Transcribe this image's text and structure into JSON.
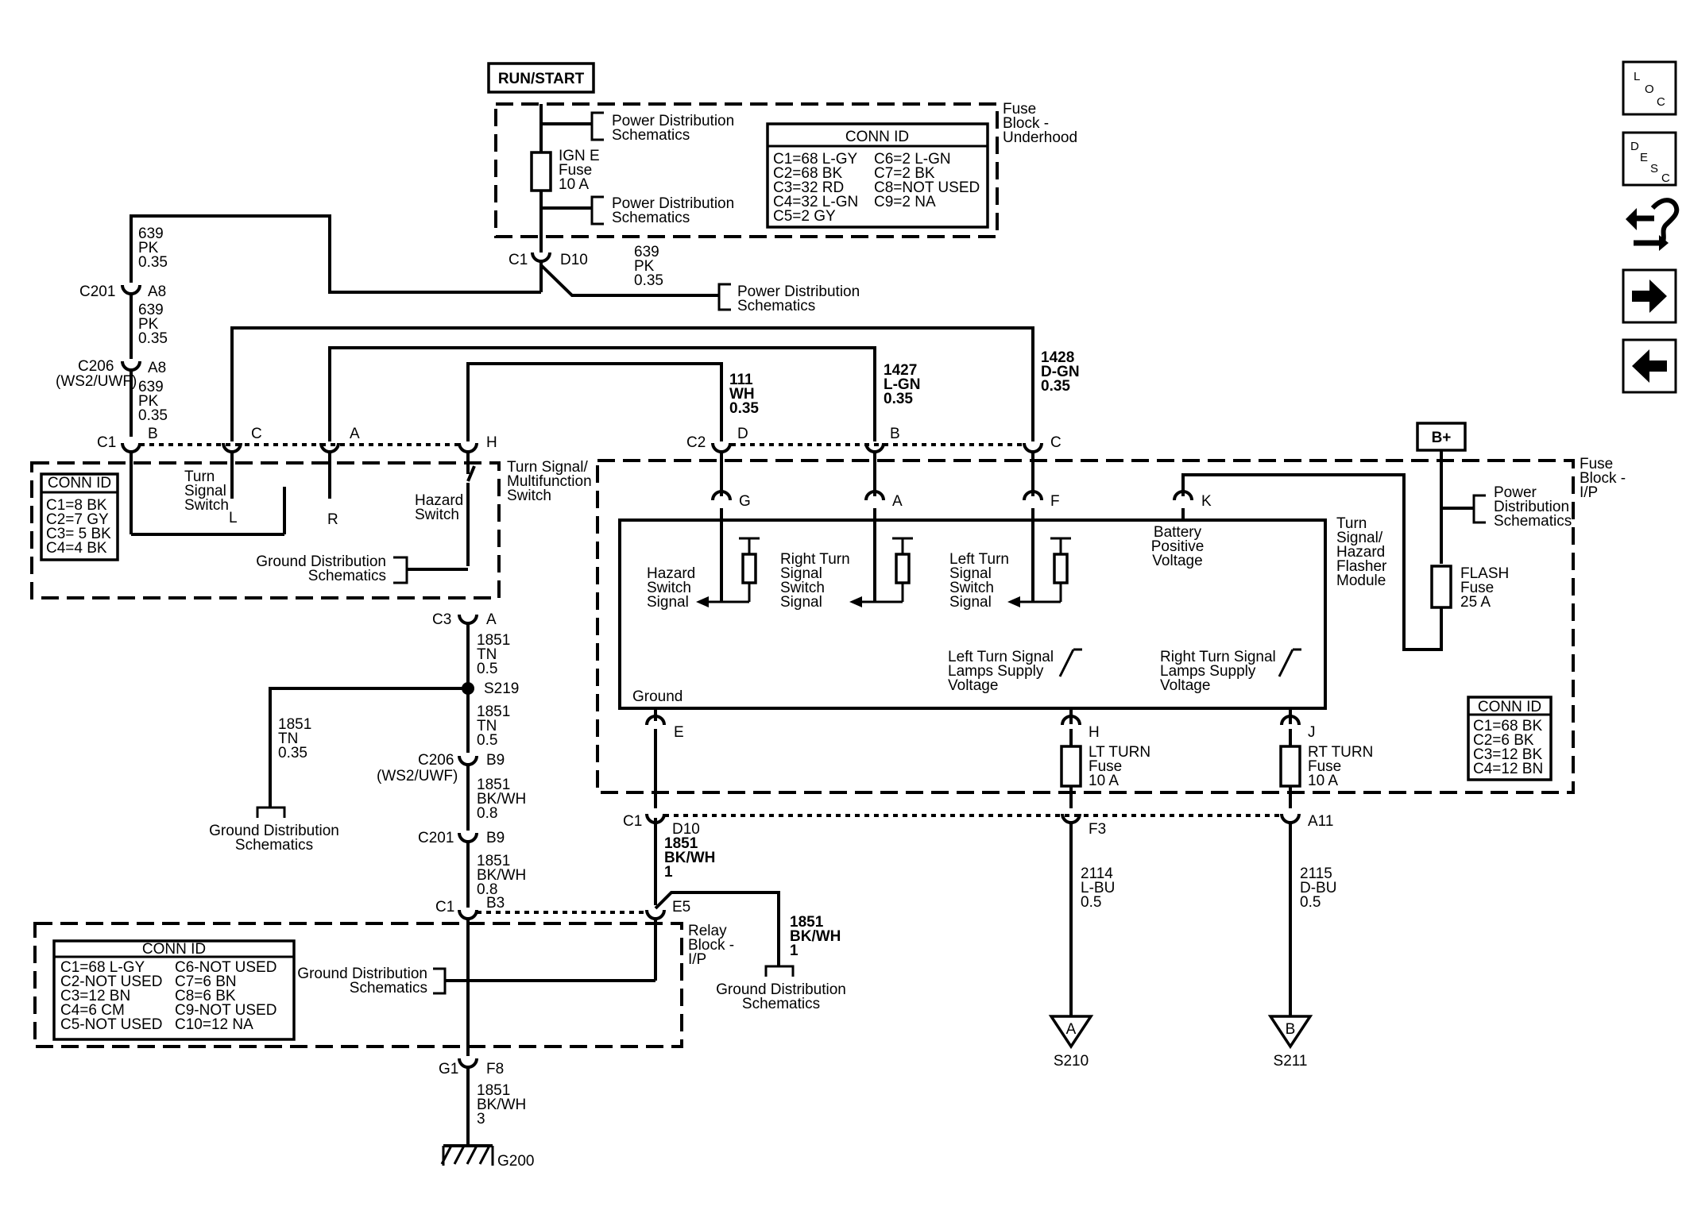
{
  "run_start": "RUN/START",
  "b_plus": "B+",
  "nav": {
    "loc": [
      "L",
      "O",
      "C"
    ],
    "desc": [
      "D",
      "E",
      "S",
      "C"
    ],
    "icons": [
      "loc-icon",
      "desc-icon",
      "wiring-connector-icon",
      "arrow-right-icon",
      "arrow-left-icon"
    ]
  },
  "fuse_underhood": {
    "label": [
      "Fuse",
      "Block -",
      "Underhood"
    ],
    "pd_top": [
      "Power Distribution",
      "Schematics"
    ],
    "pd_bottom": [
      "Power Distribution",
      "Schematics"
    ],
    "fuse": [
      "IGN E",
      "Fuse",
      "10 A"
    ],
    "conn_title": "CONN ID",
    "conn_left": [
      "C1=68 L-GY",
      "C2=68 BK",
      "C3=32 RD",
      "C4=32 L-GN",
      "C5=2 GY"
    ],
    "conn_right": [
      "C6=2 L-GN",
      "C7=2 BK",
      "C8=NOT USED",
      "C9=2 NA"
    ]
  },
  "top": {
    "c1": "C1",
    "d10": "D10",
    "wire639a": [
      "639",
      "PK",
      "0.35"
    ],
    "wire639b": [
      "639",
      "PK",
      "0.35"
    ],
    "pd_right": [
      "Power Distribution",
      "Schematics"
    ]
  },
  "left_col": {
    "wire639_top": [
      "639",
      "PK",
      "0.35"
    ],
    "c201": "C201",
    "a8_1": "A8",
    "wire639_mid": [
      "639",
      "PK",
      "0.35"
    ],
    "c206": "C206",
    "c206_sub": "(WS2/UWF)",
    "a8_2": "A8",
    "wire639_bot": [
      "639",
      "PK",
      "0.35"
    ]
  },
  "switch": {
    "c1": "C1",
    "pins": [
      "B",
      "C",
      "A",
      "H"
    ],
    "label": [
      "Turn Signal/",
      "Multifunction",
      "Switch"
    ],
    "turn_signal_switch": [
      "Turn",
      "Signal",
      "Switch"
    ],
    "l": "L",
    "r": "R",
    "hazard": [
      "Hazard",
      "Switch"
    ],
    "ground": [
      "Ground Distribution",
      "Schematics"
    ],
    "conn_title": "CONN ID",
    "conn": [
      "C1=8 BK",
      "C2=7 GY",
      "C3= 5 BK",
      "C4=4 BK"
    ]
  },
  "wires_mid": {
    "w111": [
      "111",
      "WH",
      "0.35"
    ],
    "w1427": [
      "1427",
      "L-GN",
      "0.35"
    ],
    "w1428": [
      "1428",
      "D-GN",
      "0.35"
    ]
  },
  "fuse_ip": {
    "label": [
      "Fuse",
      "Block -",
      "I/P"
    ],
    "c2": "C2",
    "c2_pins": [
      "D",
      "B",
      "C"
    ],
    "module_pins": [
      "G",
      "A",
      "F",
      "K"
    ],
    "module_label": [
      "Turn",
      "Signal/",
      "Hazard",
      "Flasher",
      "Module"
    ],
    "battery": [
      "Battery",
      "Positive",
      "Voltage"
    ],
    "hazard_sig": [
      "Hazard",
      "Switch",
      "Signal"
    ],
    "right_sig": [
      "Right Turn",
      "Signal",
      "Switch",
      "Signal"
    ],
    "left_sig": [
      "Left Turn",
      "Signal",
      "Switch",
      "Signal"
    ],
    "left_lamps": [
      "Left Turn Signal",
      "Lamps Supply",
      "Voltage"
    ],
    "right_lamps": [
      "Right Turn Signal",
      "Lamps Supply",
      "Voltage"
    ],
    "ground": "Ground",
    "pd": [
      "Power",
      "Distribution",
      "Schematics"
    ],
    "flash_fuse": [
      "FLASH",
      "Fuse",
      "25 A"
    ],
    "pin_e": "E",
    "pin_h": "H",
    "pin_j": "J",
    "lt_fuse": [
      "LT TURN",
      "Fuse",
      "10 A"
    ],
    "rt_fuse": [
      "RT TURN",
      "Fuse",
      "10 A"
    ],
    "conn_title": "CONN ID",
    "conn": [
      "C1=68 BK",
      "C2=6 BK",
      "C3=12 BK",
      "C4=12 BN"
    ]
  },
  "lower_left": {
    "c3": "C3",
    "a": "A",
    "w1851a": [
      "1851",
      "TN",
      "0.5"
    ],
    "s219": "S219",
    "w1851b": [
      "1851",
      "TN",
      "0.5"
    ],
    "w1851c": [
      "1851",
      "TN",
      "0.35"
    ],
    "ground": [
      "Ground Distribution",
      "Schematics"
    ],
    "c206": "C206",
    "c206_sub": "(WS2/UWF)",
    "b9": "B9",
    "w1851d": [
      "1851",
      "BK/WH",
      "0.8"
    ],
    "c201": "C201",
    "b9b": "B9",
    "w1851e": [
      "1851",
      "BK/WH",
      "0.8"
    ],
    "c1": "C1",
    "b3": "B3"
  },
  "c1_row": {
    "c1": "C1",
    "d10": "D10",
    "f3": "F3",
    "a11": "A11"
  },
  "lower_mid": {
    "w1851f": [
      "1851",
      "BK/WH",
      "1"
    ],
    "e5": "E5",
    "w1851g": [
      "1851",
      "BK/WH",
      "1"
    ],
    "ground": [
      "Ground Distribution",
      "Schematics"
    ],
    "relay": [
      "Relay",
      "Block -",
      "I/P"
    ]
  },
  "relay_block": {
    "ground": [
      "Ground Distribution",
      "Schematics"
    ],
    "conn_title": "CONN ID",
    "conn_left": [
      "C1=68 L-GY",
      "C2-NOT USED",
      "C3=12 BN",
      "C4=6 CM",
      "C5-NOT USED"
    ],
    "conn_right": [
      "C6-NOT USED",
      "C7=6 BN",
      "C8=6 BK",
      "C9-NOT USED",
      "C10=12 NA"
    ]
  },
  "bottom": {
    "g1": "G1",
    "f8": "F8",
    "w1851h": [
      "1851",
      "BK/WH",
      "3"
    ],
    "g200": "G200"
  },
  "outputs": {
    "w2114": [
      "2114",
      "L-BU",
      "0.5"
    ],
    "w2115": [
      "2115",
      "D-BU",
      "0.5"
    ],
    "a": "A",
    "b": "B",
    "s210": "S210",
    "s211": "S211"
  }
}
